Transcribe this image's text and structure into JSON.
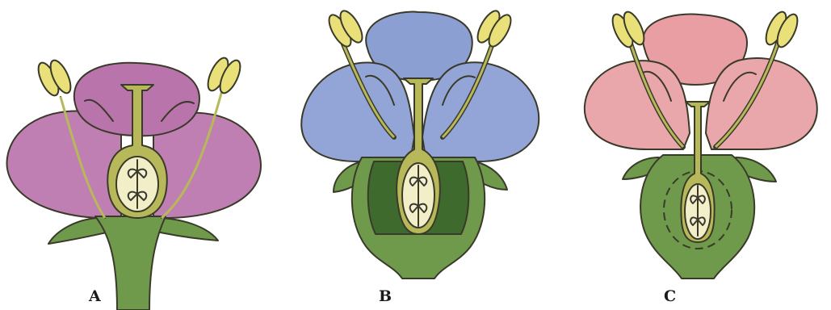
{
  "labels": {
    "a": "A",
    "b": "B",
    "c": "C"
  },
  "colors": {
    "petal_a": "#c07fb2",
    "petal_b": "#93a5d6",
    "petal_c": "#eaa7ab",
    "stem": "#6f9a4c",
    "stem_dark": "#3f6a2e",
    "pistil": "#b7b85a",
    "ovary_fill": "#f2eec8",
    "anther": "#e9e07a",
    "ovule": "#f5f1d8"
  },
  "icons": [
    "flower-a-diagram",
    "flower-b-diagram",
    "flower-c-diagram"
  ]
}
